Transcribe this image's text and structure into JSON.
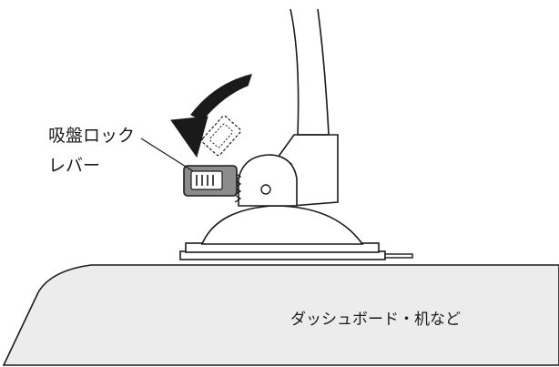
{
  "labels": {
    "lever_line1": "吸盤ロック",
    "lever_line2": "レバー",
    "surface": "ダッシュボード・机など"
  },
  "colors": {
    "line": "#1a1a1a",
    "arrow": "#1a1a1a",
    "lever_fill": "#8c8c8c",
    "surface_fill": "#ececec",
    "background": "#ffffff"
  },
  "icons": {
    "rotation_arrow": "curved-arrow-counterclockwise-icon",
    "lever_grip": "ridged-grip-icon"
  }
}
